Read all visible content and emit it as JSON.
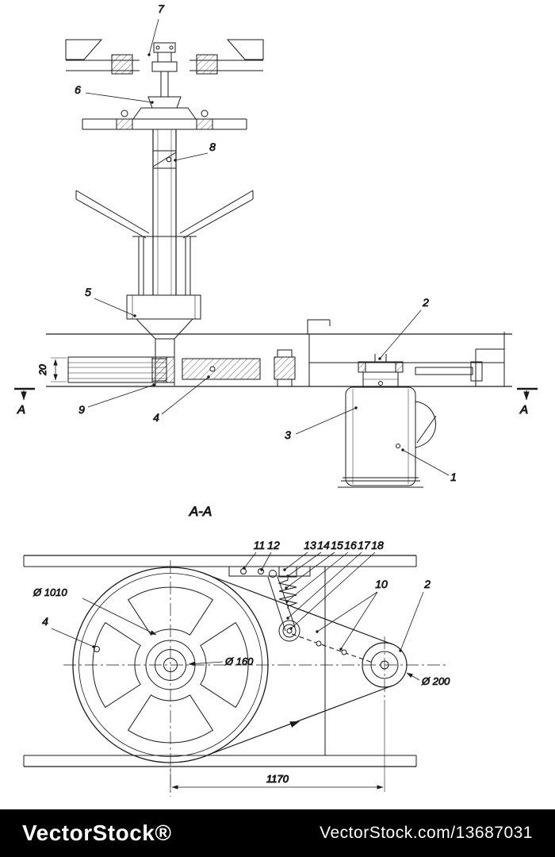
{
  "section_view": {
    "title": "A-A"
  },
  "section_markers": {
    "left": "A",
    "right": "A"
  },
  "dimensions": {
    "guide_height": "20",
    "flywheel_dia": "Ø 1010",
    "hub_dia": "Ø 160",
    "pulley_dia": "Ø 200",
    "center_distance": "1170"
  },
  "part_labels": {
    "n1": "1",
    "n2": "2",
    "n3": "3",
    "n4": "4",
    "n5": "5",
    "n6": "6",
    "n7": "7",
    "n8": "8",
    "n9": "9",
    "n10": "10",
    "n11": "11",
    "n12": "12",
    "n13": "13",
    "n14": "14",
    "n15": "15",
    "n16": "16",
    "n17": "17",
    "n18": "18",
    "n2b": "2",
    "n4b": "4"
  },
  "footer": {
    "brand": "VectorStock®",
    "url": "VectorStock.com/13687031"
  },
  "colors": {
    "ink": "#1a1a1a",
    "paper": "#ffffff",
    "footer_bg": "#000000",
    "footer_fg": "#ffffff"
  }
}
